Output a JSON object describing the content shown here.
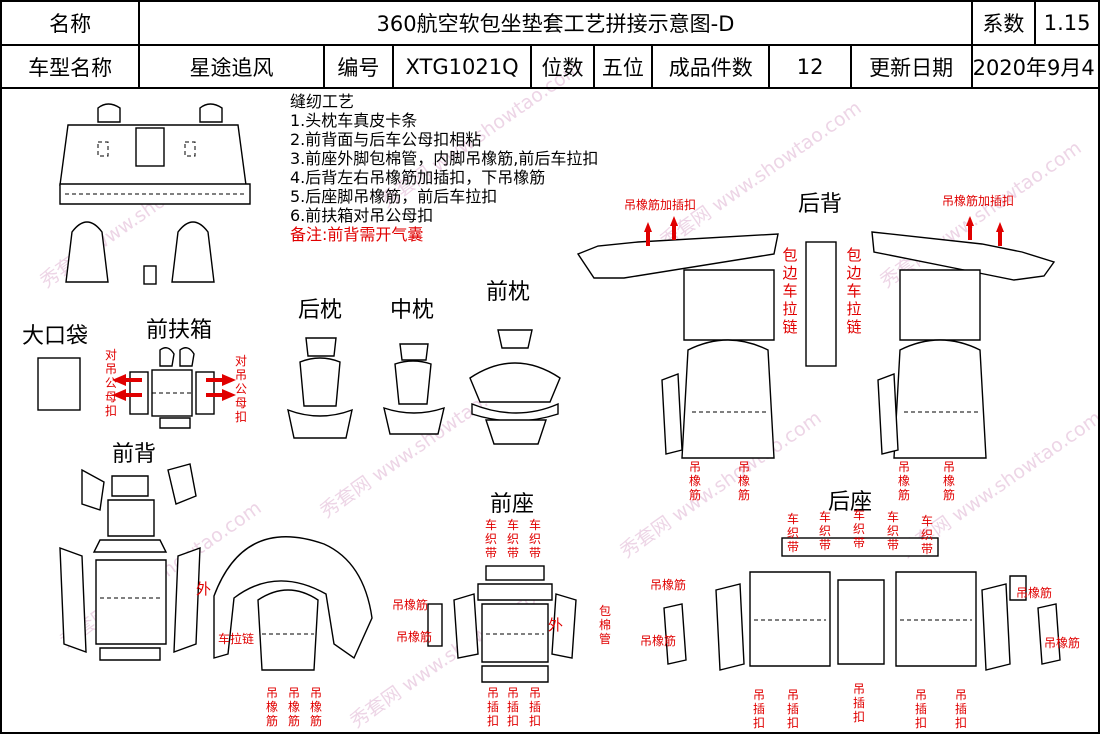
{
  "header": {
    "name_label": "名称",
    "title": "360航空软包坐垫套工艺拼接示意图-D",
    "coef_label": "系数",
    "coef_value": "1.15",
    "model_label": "车型名称",
    "model_value": "星途追风",
    "code_label": "编号",
    "code_value": "XTG1021Q",
    "seats_label": "位数",
    "seats_value": "五位",
    "count_label": "成品件数",
    "count_value": "12",
    "date_label": "更新日期",
    "date_value": "2020年9月4日"
  },
  "notes": {
    "title": "缝纫工艺",
    "items": [
      "1.头枕车真皮卡条",
      "2.前背面与后车公母扣相粘",
      "3.前座外脚包棉管，内脚吊橡筋,前后车拉扣",
      "4.后背左右吊橡筋加插扣，下吊橡筋",
      "5.后座脚吊橡筋，前后车拉扣",
      "6.前扶箱对吊公母扣"
    ],
    "remark": "备注:前背需开气囊"
  },
  "sections": {
    "bag": "大口袋",
    "armrest": "前扶箱",
    "rear_pillow": "后枕",
    "mid_pillow": "中枕",
    "front_pillow": "前枕",
    "front_back": "前背",
    "front_seat": "前座",
    "rear_back": "后背",
    "rear_seat": "后座"
  },
  "annotations": {
    "pair_snap": "对吊公母扣",
    "hang_band": "吊橡筋",
    "hang_band_plug": "吊橡筋加插扣",
    "edge_zipper": "包边车拉链",
    "car_belt": "车织带",
    "car_zipper": "车拉链",
    "outer": "外",
    "wrap_cotton": "包棉管",
    "hang_plug": "吊插扣"
  },
  "watermark": "秀套网 www.showtao.com"
}
